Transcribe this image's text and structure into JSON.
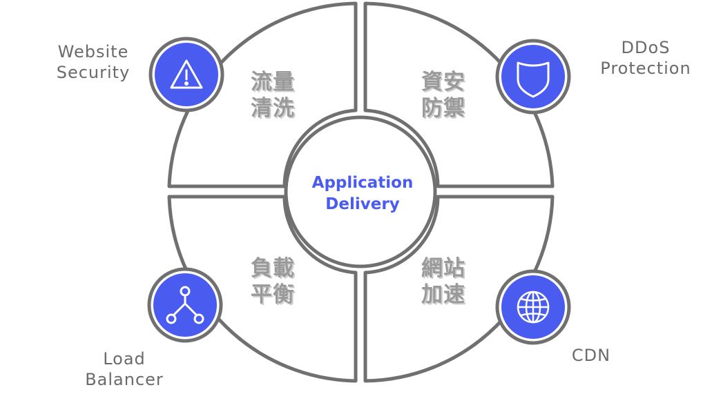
{
  "diagram": {
    "center": {
      "line1": "Application",
      "line2": "Delivery"
    },
    "quadrants": [
      {
        "id": "top-left",
        "line1": "流量",
        "line2": "清洗"
      },
      {
        "id": "top-right",
        "line1": "資安",
        "line2": "防禦"
      },
      {
        "id": "bottom-left",
        "line1": "負載",
        "line2": "平衡"
      },
      {
        "id": "bottom-right",
        "line1": "網站",
        "line2": "加速"
      }
    ],
    "nodes": [
      {
        "id": "website-security",
        "icon": "warning-icon",
        "line1": "Website",
        "line2": "Security"
      },
      {
        "id": "ddos-protection",
        "icon": "shield-icon",
        "line1": "DDoS",
        "line2": "Protection"
      },
      {
        "id": "load-balancer",
        "icon": "network-nodes-icon",
        "line1": "Load",
        "line2": "Balancer"
      },
      {
        "id": "cdn",
        "icon": "globe-icon",
        "line1": "CDN",
        "line2": ""
      }
    ],
    "colors": {
      "accent": "#4a5cf0",
      "ring_stroke": "#707070",
      "node_fill": "#4a5cf0",
      "quad_text": "#9a9a9a",
      "label_text": "#6a6a6a"
    }
  }
}
